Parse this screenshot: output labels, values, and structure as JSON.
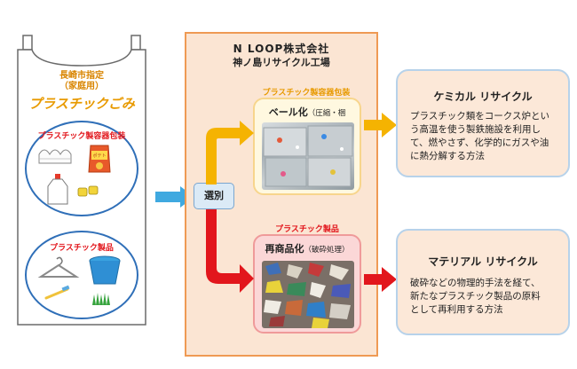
{
  "bag": {
    "subtitle_line1": "長崎市指定",
    "subtitle_line2": "（家庭用）",
    "title": "プラスチックごみ",
    "group_packaging_label": "プラスチック製容器包装",
    "group_products_label": "プラスチック製品",
    "chips_label": "ポテト チップス"
  },
  "company": {
    "name_line1": "N LOOP株式会社",
    "name_line2": "神ノ島リサイクル工場",
    "packaging_section_label": "プラスチック製容器包装",
    "products_section_label": "プラスチック製品",
    "bale_title": "ベール化",
    "bale_note": "（圧縮・梱",
    "reproduct_title": "再商品化",
    "reproduct_note": "（破砕処理）"
  },
  "sorting_label": "選別",
  "chemical": {
    "title": "ケミカル リサイクル",
    "line1": "プラスチック類をコークス炉とい",
    "line2": "う高温を使う製鉄施設を利用し",
    "line3": "て、燃やさず、化学的にガスや油",
    "line4": "に熱分解する方法"
  },
  "material": {
    "title": "マテリアル リサイクル",
    "line1": "破砕などの物理的手法を経て、",
    "line2": "新たなプラスチック製品の原料",
    "line3": "として再利用する方法"
  },
  "colors": {
    "orange_arrow": "#f5b301",
    "red_arrow": "#e2161c",
    "blue_arrow": "#3fa9e0",
    "ellipse_border": "#2f6fb8",
    "company_fill": "#fbe5d3",
    "company_border": "#ef9a54"
  }
}
